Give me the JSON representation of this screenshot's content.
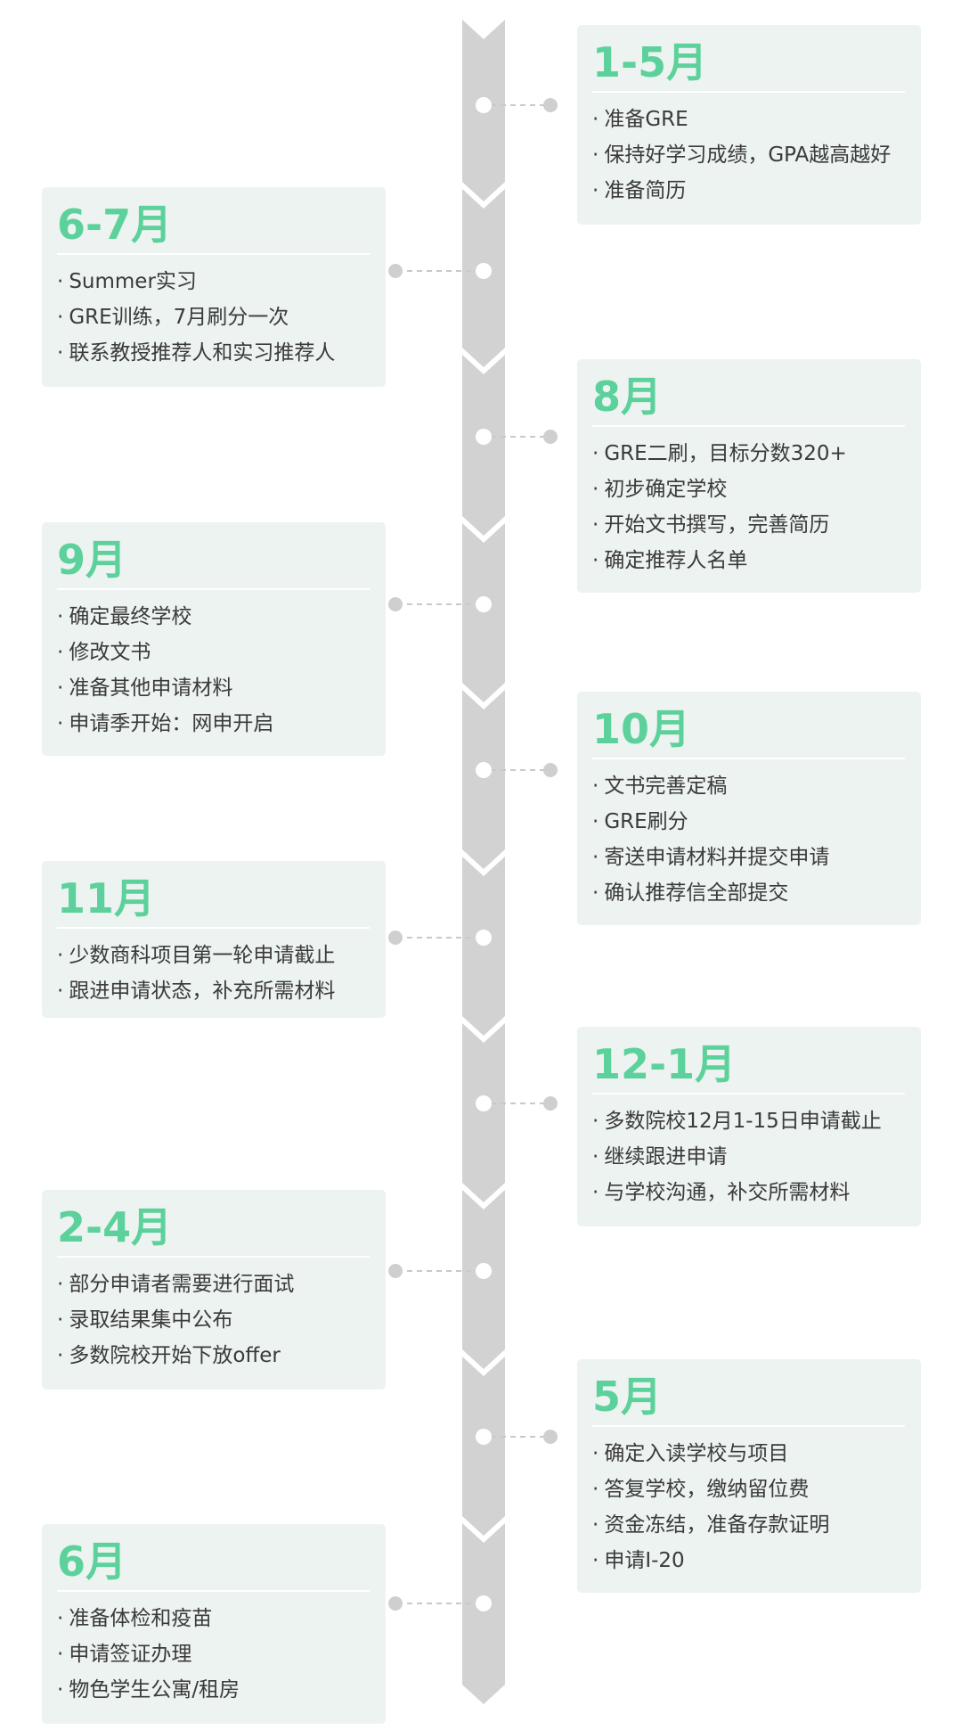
{
  "colors": {
    "accent": "#5cd19b",
    "card_bg": "#edf3f0",
    "timeline": "#d2d2d2",
    "node": "#ffffff",
    "text": "#3a3a3a"
  },
  "bullet": "·",
  "cards": [
    {
      "side": "right",
      "title": "1-5月",
      "items": [
        "准备GRE",
        "保持好学习成绩，GPA越高越好",
        "准备简历"
      ]
    },
    {
      "side": "left",
      "title": "6-7月",
      "items": [
        "Summer实习",
        "GRE训练，7月刷分一次",
        "联系教授推荐人和实习推荐人"
      ]
    },
    {
      "side": "right",
      "title": "8月",
      "items": [
        "GRE二刷，目标分数320+",
        "初步确定学校",
        "开始文书撰写，完善简历",
        "确定推荐人名单"
      ]
    },
    {
      "side": "left",
      "title": "9月",
      "items": [
        "确定最终学校",
        "修改文书",
        "准备其他申请材料",
        "申请季开始：网申开启"
      ]
    },
    {
      "side": "right",
      "title": "10月",
      "items": [
        "文书完善定稿",
        "GRE刷分",
        "寄送申请材料并提交申请",
        "确认推荐信全部提交"
      ]
    },
    {
      "side": "left",
      "title": "11月",
      "items": [
        "少数商科项目第一轮申请截止",
        "跟进申请状态，补充所需材料"
      ]
    },
    {
      "side": "right",
      "title": "12-1月",
      "items": [
        "多数院校12月1-15日申请截止",
        "继续跟进申请",
        "与学校沟通，补交所需材料"
      ]
    },
    {
      "side": "left",
      "title": "2-4月",
      "items": [
        "部分申请者需要进行面试",
        "录取结果集中公布",
        "多数院校开始下放offer"
      ]
    },
    {
      "side": "right",
      "title": "5月",
      "items": [
        "确定入读学校与项目",
        "答复学校，缴纳留位费",
        "资金冻结，准备存款证明",
        "申请I-20"
      ]
    },
    {
      "side": "left",
      "title": "6月",
      "items": [
        "准备体检和疫苗",
        "申请签证办理",
        "物色学生公寓/租房"
      ]
    }
  ]
}
